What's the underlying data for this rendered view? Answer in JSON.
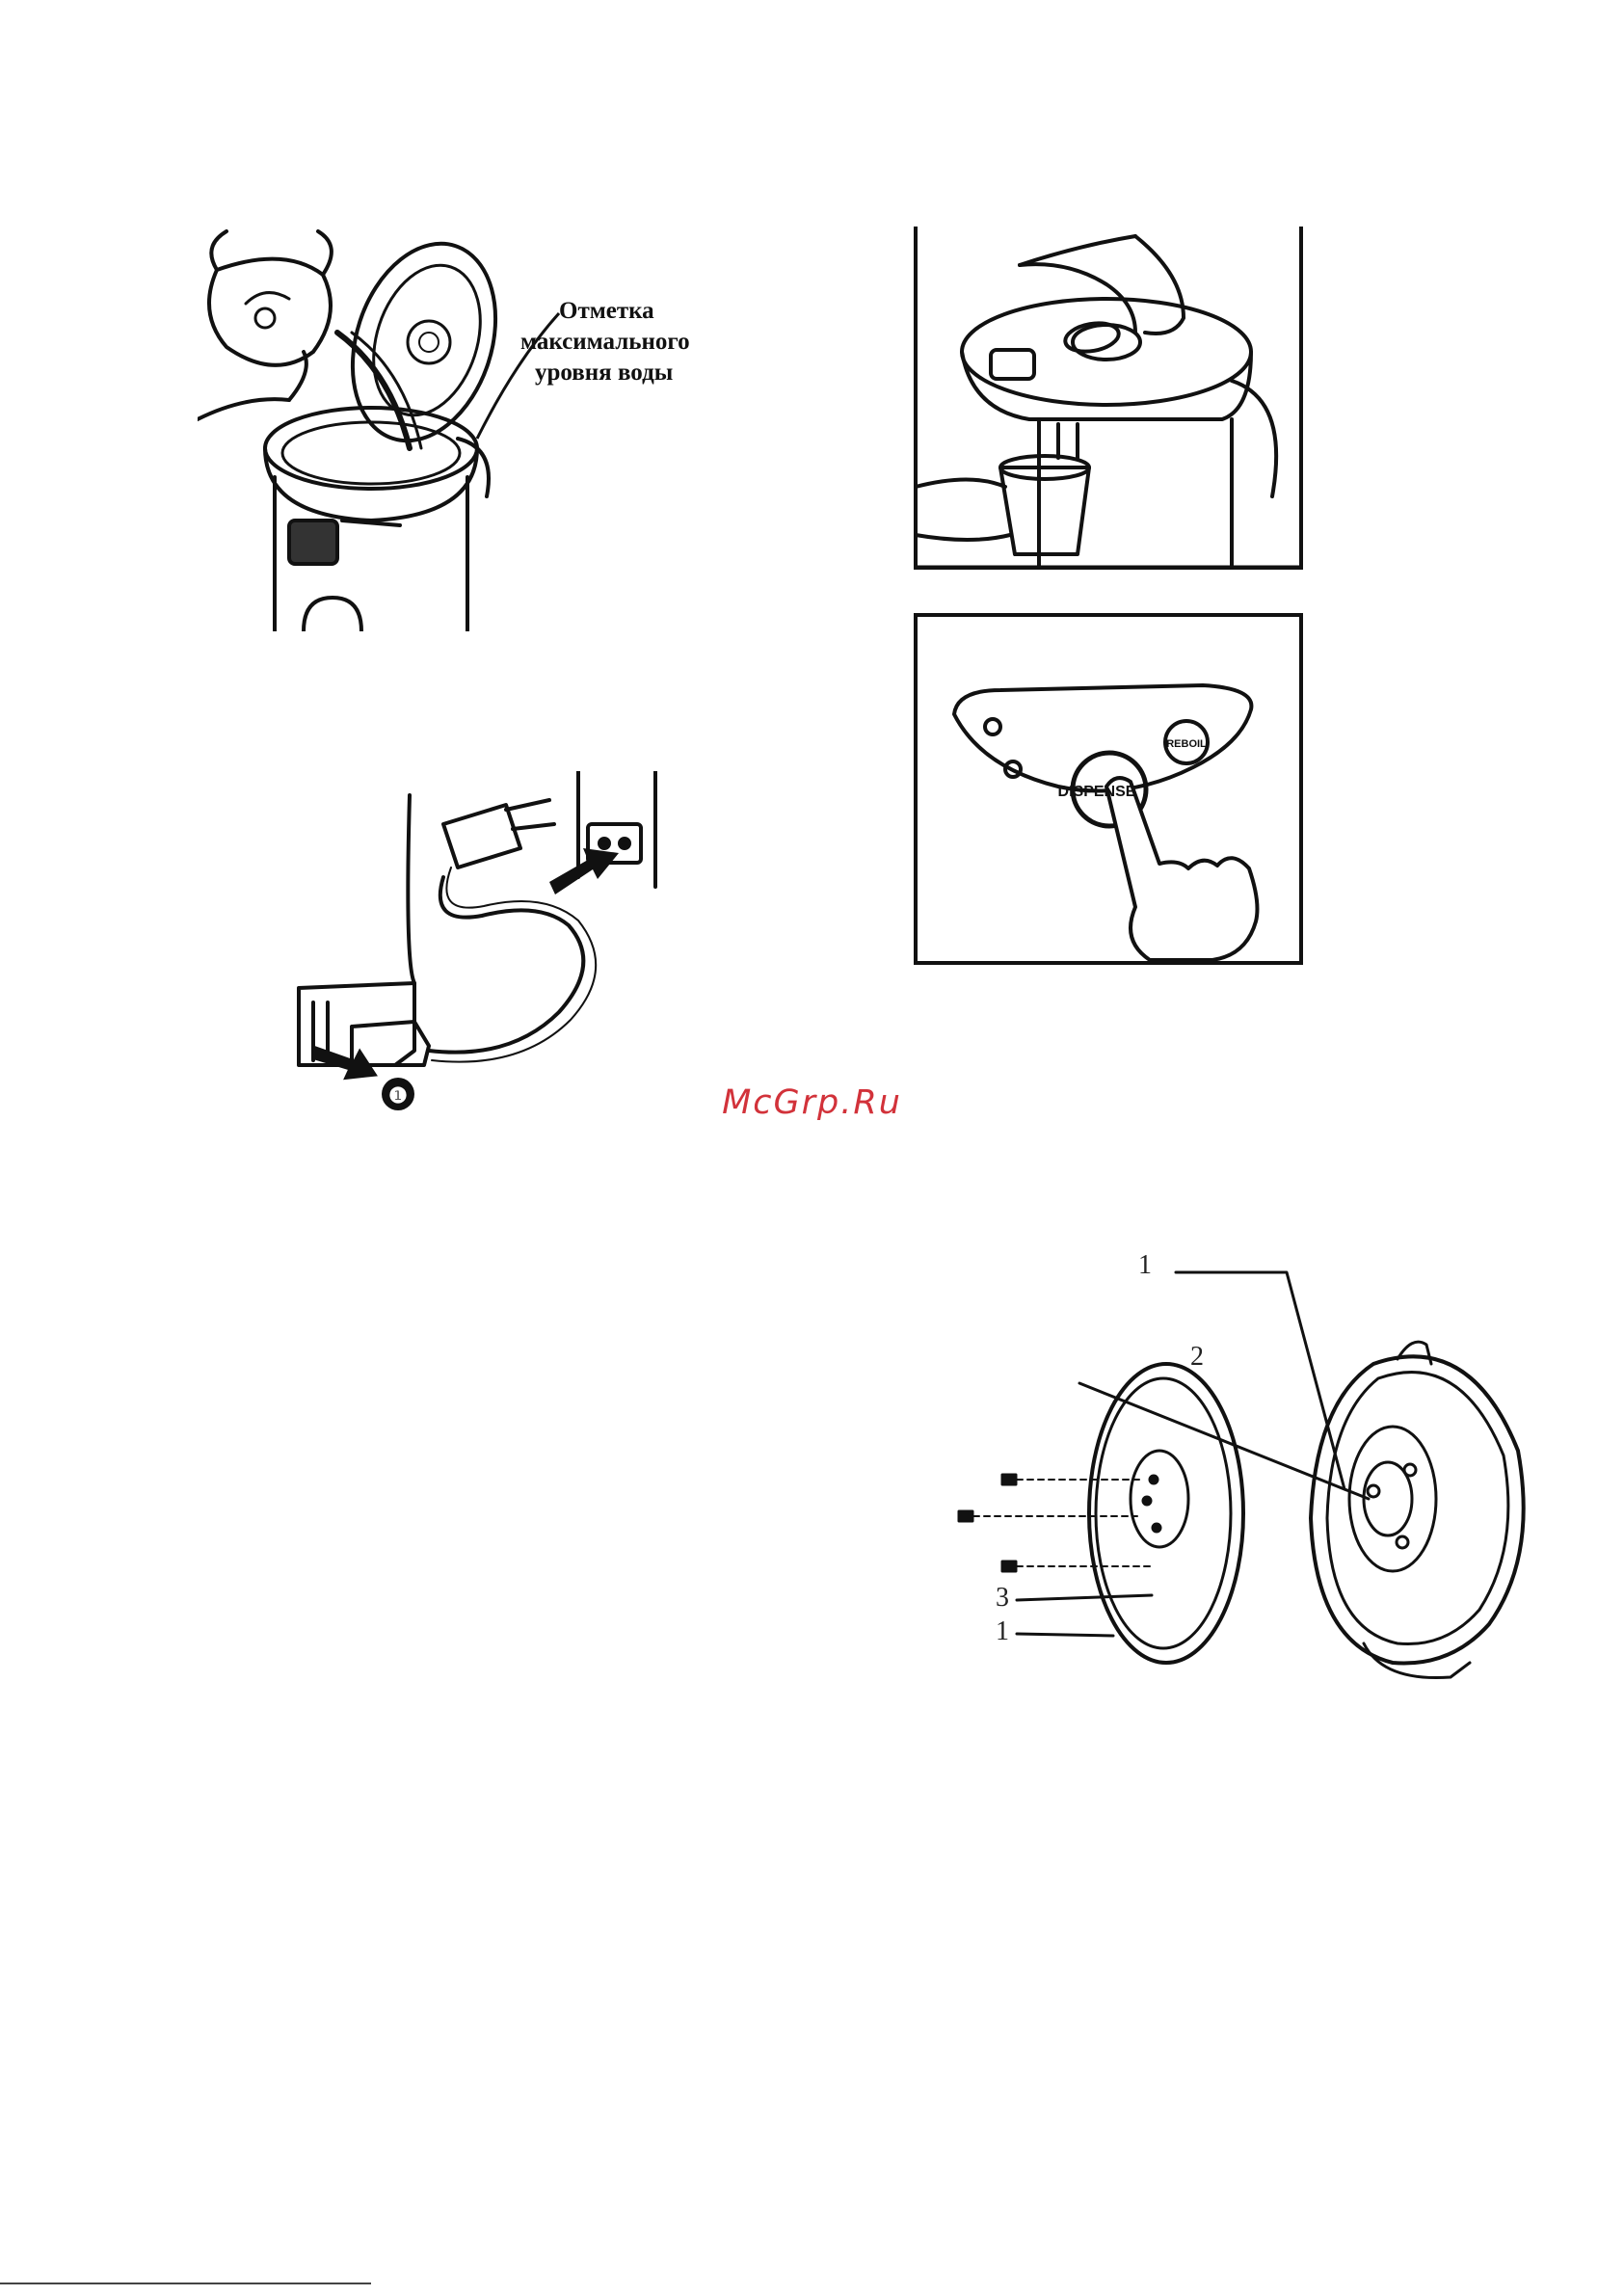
{
  "figure_fill": {
    "label_line1": "Отметка",
    "label_line2": "максимального",
    "label_line3": "уровня воды"
  },
  "figure_plug": {
    "step_marker": "❶"
  },
  "figure_panel": {
    "button_dispense": "DISPENSE",
    "button_reboil": "REBOIL"
  },
  "watermark": "McGrp.Ru",
  "figure_lid": {
    "callouts": [
      "1",
      "2",
      "3",
      "1"
    ]
  },
  "colors": {
    "watermark": "#d2323a",
    "ink": "#111111"
  }
}
